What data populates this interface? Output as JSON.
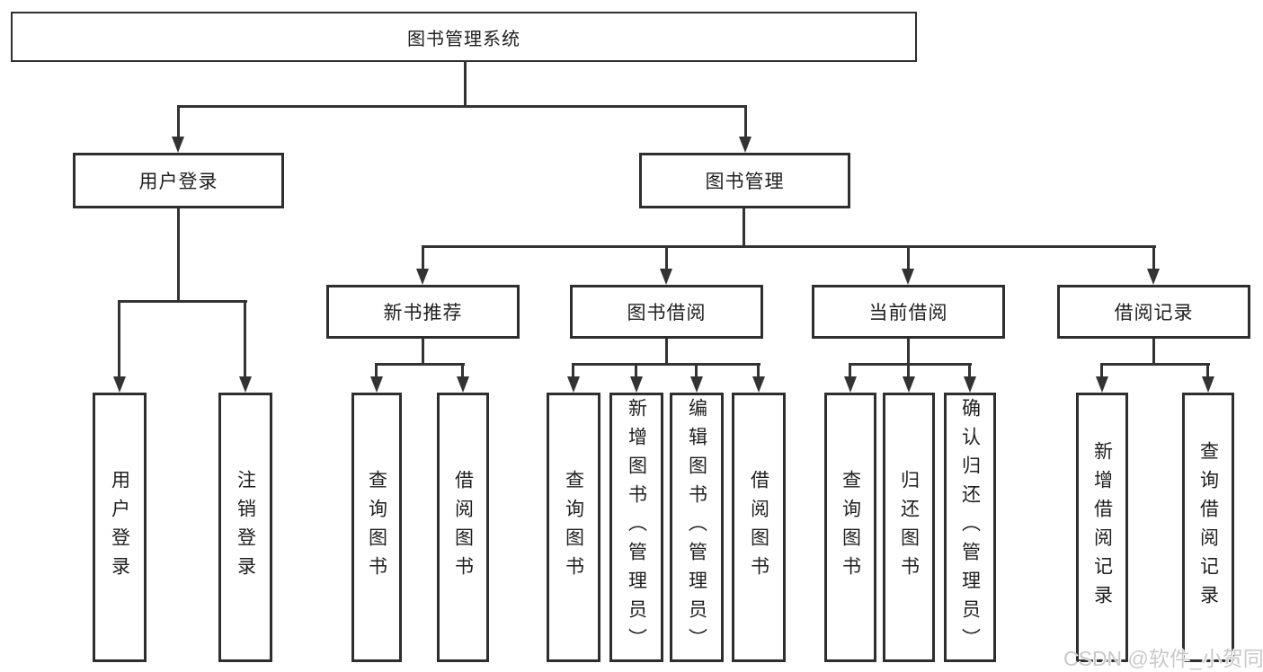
{
  "diagram": {
    "root": {
      "label": "图书管理系统"
    },
    "level2": [
      {
        "label": "用户登录"
      },
      {
        "label": "图书管理"
      }
    ],
    "level3": [
      {
        "label": "新书推荐"
      },
      {
        "label": "图书借阅"
      },
      {
        "label": "当前借阅"
      },
      {
        "label": "借阅记录"
      }
    ],
    "leaves": {
      "login": [
        {
          "label": "用户登录"
        },
        {
          "label": "注销登录"
        }
      ],
      "newbook": [
        {
          "label": "查询图书"
        },
        {
          "label": "借阅图书"
        }
      ],
      "borrow": [
        {
          "label": "查询图书"
        },
        {
          "label": "新增图书（管理员）"
        },
        {
          "label": "编辑图书（管理员）"
        },
        {
          "label": "借阅图书"
        }
      ],
      "current": [
        {
          "label": "查询图书"
        },
        {
          "label": "归还图书"
        },
        {
          "label": "确认归还（管理员）"
        }
      ],
      "records": [
        {
          "label": "新增借阅记录"
        },
        {
          "label": "查询借阅记录"
        }
      ]
    }
  },
  "watermark": {
    "text": "CSDN @软件_小贺同学"
  },
  "colors": {
    "line": "#333333",
    "box_border": "#2e2e2e",
    "text": "#1f1f1f",
    "watermark": "#c9c9c9",
    "background": "#ffffff"
  }
}
